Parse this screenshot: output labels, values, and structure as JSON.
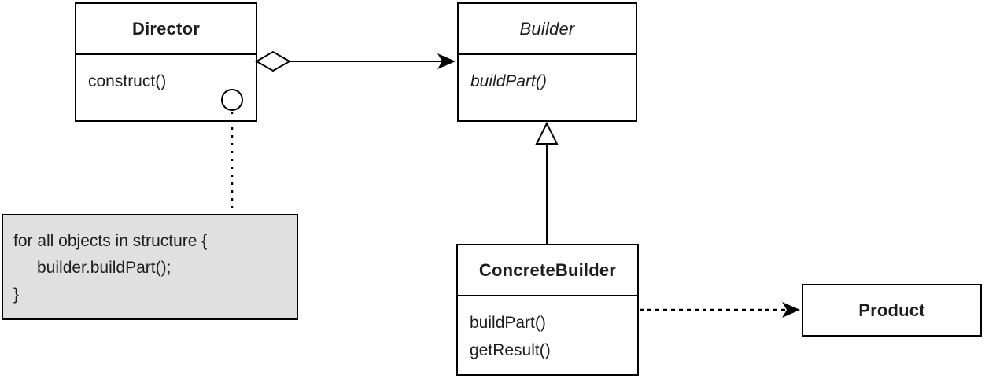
{
  "classes": {
    "director": {
      "name": "Director",
      "methods": [
        "construct()"
      ]
    },
    "builder": {
      "name": "Builder",
      "methods": [
        "buildPart()"
      ]
    },
    "concrete_builder": {
      "name": "ConcreteBuilder",
      "methods": [
        "buildPart()",
        "getResult()"
      ]
    },
    "product": {
      "name": "Product"
    }
  },
  "note": {
    "lines": [
      "for all objects in structure {",
      "builder.buildPart();",
      "}"
    ]
  },
  "colors": {
    "box_background": "#ffffff",
    "note_background": "#e0e0e0",
    "line": "#000000",
    "text": "#1d1d1d"
  }
}
